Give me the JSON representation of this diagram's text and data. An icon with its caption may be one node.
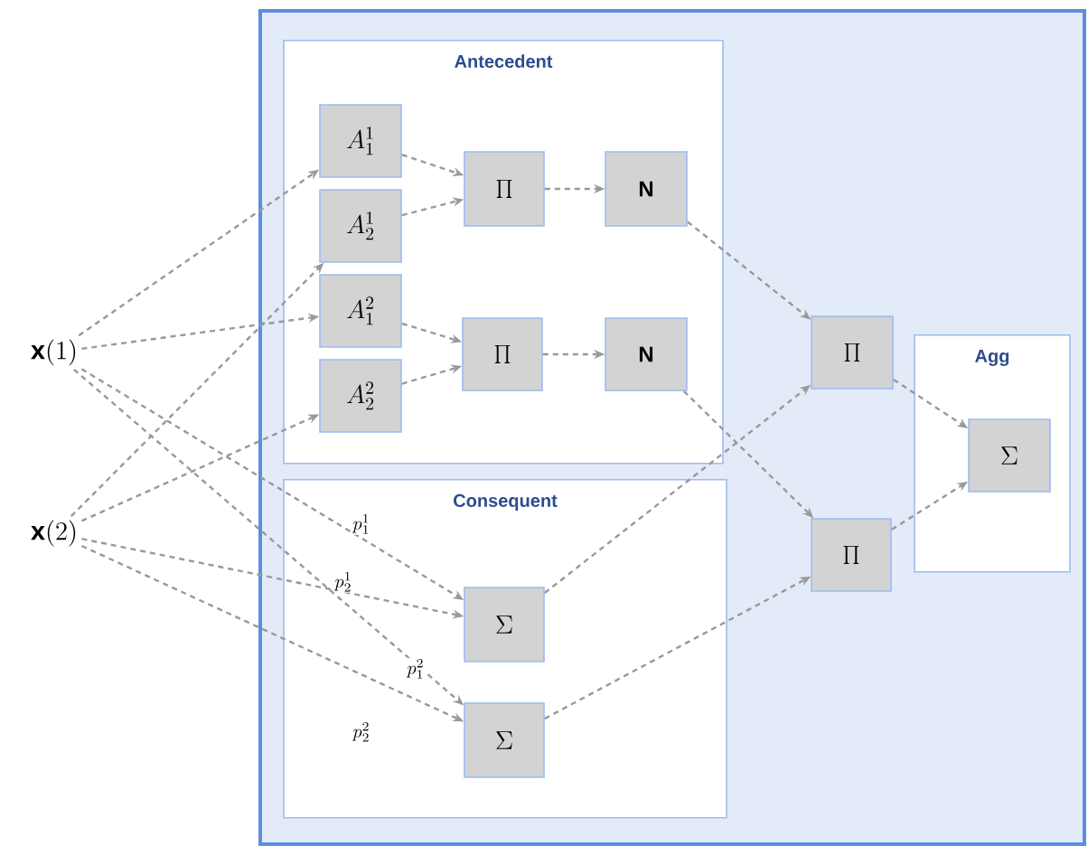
{
  "diagram": {
    "nodes": [
      {
        "text": [
          "\\mathbf{x}(1)"
        ]
      },
      {
        "text": [
          "\\mathbf{x}(2)"
        ]
      },
      {
        "text": [],
        "shape": "box"
      },
      {
        "text": [
          "Antecedent"
        ],
        "in": 2
      },
      {
        "text": [
          "A_1^1"
        ],
        "in": 3
      },
      {
        "text": [
          "A_2^1"
        ],
        "in": 3
      },
      {
        "text": [
          "A_1^2"
        ],
        "in": 3
      },
      {
        "text": [
          "A_2^2"
        ],
        "in": 3
      },
      {
        "text": [
          "\\prod"
        ],
        "in": 3
      },
      {
        "text": [
          "N"
        ],
        "in": 3
      },
      {
        "text": [
          "\\prod"
        ],
        "in": 3
      },
      {
        "text": [
          "N"
        ],
        "in": 3
      },
      {
        "text": [
          "Consequent"
        ],
        "in": 2
      },
      {
        "text": [
          "\\Sigma"
        ],
        "in": 12
      },
      {
        "text": [
          "\\Sigma"
        ],
        "in": 12
      },
      {
        "text": [
          "\\prod"
        ],
        "in": 2
      },
      {
        "text": [
          "\\prod"
        ],
        "in": 2
      },
      {
        "text": [
          "Agg"
        ],
        "in": 2
      },
      {
        "text": [
          "\\Sigma"
        ],
        "in": 17
      }
    ],
    "edges": [
      {
        "from": 0,
        "to": 4,
        "arrow": "to",
        "style": "dashed"
      },
      {
        "from": 0,
        "to": 6,
        "arrow": "to",
        "style": "dashed"
      },
      {
        "from": 1,
        "to": 5,
        "arrow": "to",
        "style": "dashed"
      },
      {
        "from": 1,
        "to": 7,
        "arrow": "to",
        "style": "dashed"
      },
      {
        "from": 0,
        "to": 13,
        "arrow": "to",
        "style": "dashed",
        "label": "p_1^1"
      },
      {
        "from": 1,
        "to": 13,
        "arrow": "to",
        "style": "dashed",
        "label": "p_2^1"
      },
      {
        "from": 0,
        "to": 14,
        "arrow": "to",
        "style": "dashed",
        "label": "p_1^2"
      },
      {
        "from": 1,
        "to": 14,
        "arrow": "to",
        "style": "dashed",
        "label": "p_2^2"
      },
      {
        "from": 4,
        "to": 8,
        "arrow": "to",
        "style": "dashed"
      },
      {
        "from": 5,
        "to": 8,
        "arrow": "to",
        "style": "dashed"
      },
      {
        "from": 6,
        "to": 10,
        "arrow": "to",
        "style": "dashed"
      },
      {
        "from": 7,
        "to": 10,
        "arrow": "to",
        "style": "dashed"
      },
      {
        "from": 8,
        "to": 9,
        "arrow": "to",
        "style": "dashed"
      },
      {
        "from": 10,
        "to": 11,
        "arrow": "to",
        "style": "dashed"
      },
      {
        "from": 9,
        "to": 15,
        "arrow": "to",
        "style": "dashed"
      },
      {
        "from": 11,
        "to": 16,
        "arrow": "to",
        "style": "dashed"
      },
      {
        "from": 13,
        "to": 15,
        "arrow": "to",
        "style": "dashed"
      },
      {
        "from": 14,
        "to": 16,
        "arrow": "to",
        "style": "dashed"
      },
      {
        "from": 15,
        "to": 18,
        "arrow": "to",
        "style": "dashed"
      },
      {
        "from": 16,
        "to": 18,
        "arrow": "to",
        "style": "dashed"
      }
    ]
  }
}
